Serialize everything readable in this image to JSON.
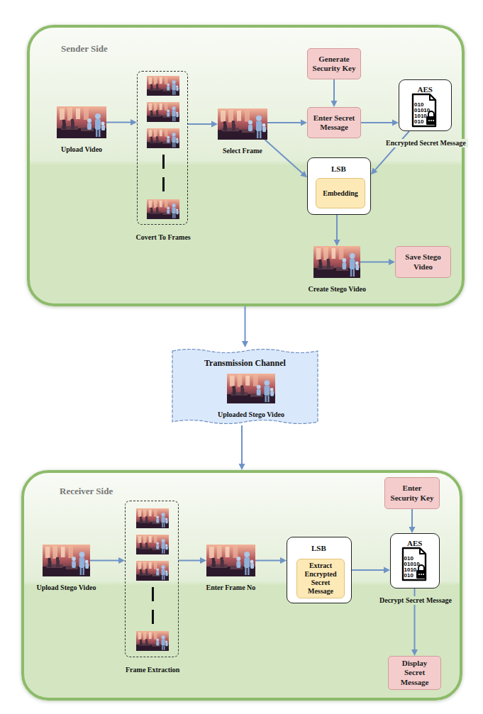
{
  "diagram": {
    "nodes": [
      {
        "text": [
          "Sender Side"
        ]
      },
      {
        "text": [
          "Upload Video"
        ],
        "in": 0
      },
      {
        "text": [
          "Covert To Frames"
        ],
        "in": 0
      },
      {
        "text": [
          "Select Frame"
        ],
        "in": 0
      },
      {
        "text": [
          "Generate Security Key"
        ],
        "in": 0
      },
      {
        "text": [
          "Enter Secret Message"
        ],
        "in": 0
      },
      {
        "text": [
          "AES",
          "Encrypted Secret Message"
        ],
        "in": 0
      },
      {
        "text": [
          "LSB"
        ],
        "in": 0
      },
      {
        "text": [
          "Embedding"
        ],
        "in": 7
      },
      {
        "text": [
          "Create Stego Video"
        ],
        "in": 0
      },
      {
        "text": [
          "Save Stego Video"
        ],
        "in": 0
      },
      {
        "text": [
          "Transmission Channel"
        ]
      },
      {
        "text": [
          "Uploaded Stego Video"
        ],
        "in": 11
      },
      {
        "text": [
          "Receiver Side"
        ]
      },
      {
        "text": [
          "Upload Stego Video"
        ],
        "in": 13
      },
      {
        "text": [
          "Frame Extraction"
        ],
        "in": 13
      },
      {
        "text": [
          "Enter Frame No"
        ],
        "in": 13
      },
      {
        "text": [
          "LSB"
        ],
        "in": 13
      },
      {
        "text": [
          "Extract Encrypted Secret Message"
        ],
        "in": 17
      },
      {
        "text": [
          "Enter Security Key"
        ],
        "in": 13
      },
      {
        "text": [
          "AES",
          "Decrypt Secret Message"
        ],
        "in": 13
      },
      {
        "text": [
          "Display Secret Message"
        ],
        "in": 13
      }
    ],
    "edges": [
      {
        "from": 1,
        "to": 2,
        "arrow": "to"
      },
      {
        "from": 2,
        "to": 3,
        "arrow": "to"
      },
      {
        "from": 3,
        "to": 5,
        "arrow": "to"
      },
      {
        "from": 4,
        "to": 5,
        "arrow": "to"
      },
      {
        "from": 5,
        "to": 6,
        "arrow": "to"
      },
      {
        "from": 3,
        "to": 7,
        "arrow": "to"
      },
      {
        "from": 6,
        "to": 7,
        "arrow": "to"
      },
      {
        "from": 7,
        "to": 9,
        "arrow": "to"
      },
      {
        "from": 9,
        "to": 10,
        "arrow": "to"
      },
      {
        "from": 0,
        "to": 11,
        "arrow": "to"
      },
      {
        "from": 11,
        "to": 13,
        "arrow": "to"
      },
      {
        "from": 14,
        "to": 15,
        "arrow": "to"
      },
      {
        "from": 15,
        "to": 16,
        "arrow": "to"
      },
      {
        "from": 16,
        "to": 17,
        "arrow": "to"
      },
      {
        "from": 17,
        "to": 20,
        "arrow": "to"
      },
      {
        "from": 19,
        "to": 20,
        "arrow": "to"
      },
      {
        "from": 20,
        "to": 21,
        "arrow": "to"
      }
    ],
    "labels": [
      "010",
      "01010",
      "1010",
      "010",
      "010",
      "01010",
      "1010",
      "010"
    ]
  }
}
